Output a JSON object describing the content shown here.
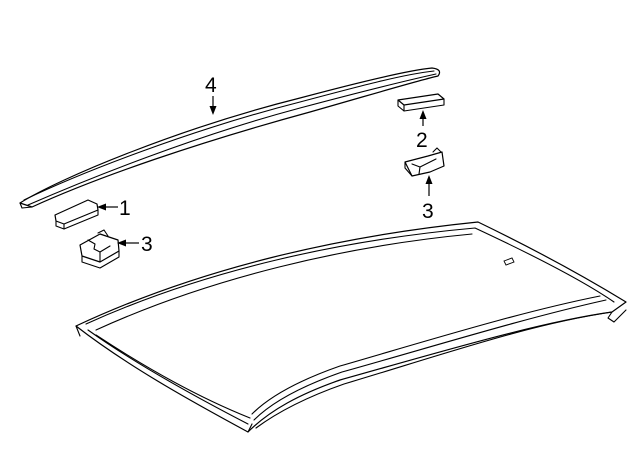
{
  "callouts": [
    {
      "id": "roof-rail-molding",
      "number": "4"
    },
    {
      "id": "end-cap-front",
      "number": "1"
    },
    {
      "id": "clip-front",
      "number": "3"
    },
    {
      "id": "end-cap-rear",
      "number": "2"
    },
    {
      "id": "clip-rear",
      "number": "3"
    }
  ],
  "colors": {
    "line": "#000000",
    "background": "#ffffff"
  }
}
